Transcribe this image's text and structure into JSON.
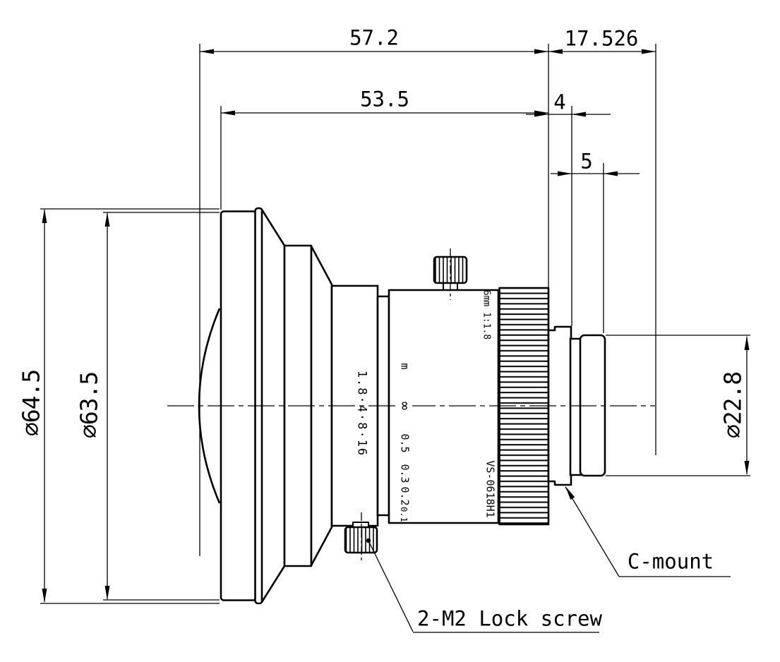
{
  "colors": {
    "line": "#000000",
    "background": "#ffffff"
  },
  "dimensions": {
    "overall_length": "57.2",
    "flange_back": "17.526",
    "barrel_length": "53.5",
    "flange_thickness": "4",
    "thread_length": "5",
    "front_ring_diameter": "∅64.5",
    "front_barrel_diameter": "∅63.5",
    "mount_diameter": "∅22.8"
  },
  "labels": {
    "c_mount": "C-mount",
    "lock_screw": "2-M2 Lock screw"
  },
  "markings": {
    "spec": "6mm 1:1.8",
    "model": "VS-0618H1",
    "focus_unit": "m",
    "focus_infinity": "∞",
    "focus_0_5": "0.5",
    "focus_0_3": "0.3",
    "focus_0_2": "0.2",
    "focus_0_1": "0.1",
    "aperture_scale": "1.8·4·8·16"
  }
}
